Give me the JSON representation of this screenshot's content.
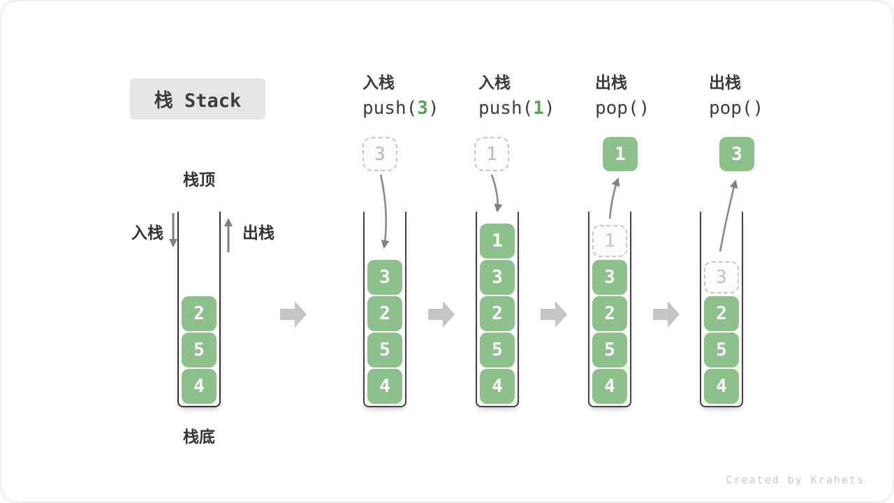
{
  "title": "栈 Stack",
  "watermark": "Created by Krahets",
  "colors": {
    "element_green": "#8cc18c",
    "code_arg_green": "#55a555",
    "arrow_gray": "#808080",
    "step_arrow_gray": "#c5c5c5",
    "ghost_border_gray": "#c8c8c8",
    "title_box_bg": "#e6e6e6",
    "text_dark": "#3a3a3a"
  },
  "side_labels": {
    "top": "栈顶",
    "bottom": "栈底",
    "push": "入栈",
    "pop": "出栈"
  },
  "operations": [
    {
      "label": "入栈",
      "code_prefix": "push(",
      "code_arg": "3",
      "code_suffix": ")"
    },
    {
      "label": "入栈",
      "code_prefix": "push(",
      "code_arg": "1",
      "code_suffix": ")"
    },
    {
      "label": "出栈",
      "code_prefix": "pop(",
      "code_arg": "",
      "code_suffix": ")"
    },
    {
      "label": "出栈",
      "code_prefix": "pop(",
      "code_arg": "",
      "code_suffix": ")"
    }
  ],
  "stacks": [
    {
      "name": "initial-stack",
      "floating": null,
      "items": [
        {
          "value": "2"
        },
        {
          "value": "5"
        },
        {
          "value": "4"
        }
      ]
    },
    {
      "name": "after-push-3",
      "floating": {
        "value": "3",
        "style": "dashed"
      },
      "items": [
        {
          "value": "3"
        },
        {
          "value": "2"
        },
        {
          "value": "5"
        },
        {
          "value": "4"
        }
      ]
    },
    {
      "name": "after-push-1",
      "floating": {
        "value": "1",
        "style": "dashed"
      },
      "items": [
        {
          "value": "1"
        },
        {
          "value": "3"
        },
        {
          "value": "2"
        },
        {
          "value": "5"
        },
        {
          "value": "4"
        }
      ]
    },
    {
      "name": "after-pop-1",
      "floating": {
        "value": "1",
        "style": "solid"
      },
      "items": [
        {
          "value": "1",
          "ghost": true
        },
        {
          "value": "3"
        },
        {
          "value": "2"
        },
        {
          "value": "5"
        },
        {
          "value": "4"
        }
      ]
    },
    {
      "name": "after-pop-3",
      "floating": {
        "value": "3",
        "style": "solid"
      },
      "items": [
        {
          "value": "3",
          "ghost": true
        },
        {
          "value": "2"
        },
        {
          "value": "5"
        },
        {
          "value": "4"
        }
      ]
    }
  ]
}
